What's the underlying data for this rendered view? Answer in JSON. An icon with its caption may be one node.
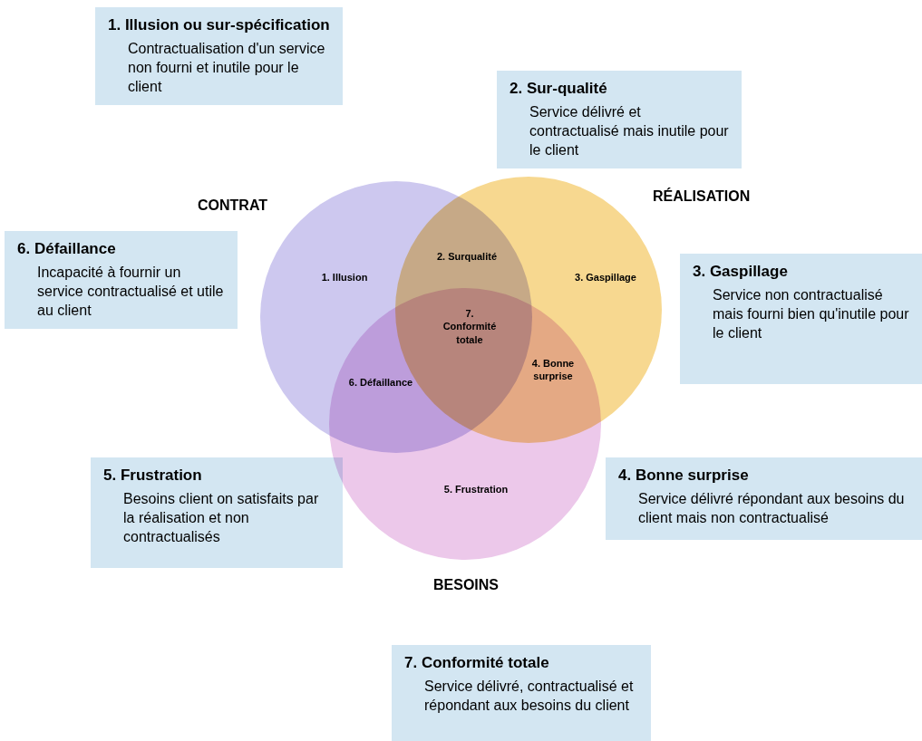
{
  "diagram": {
    "nodes": [
      {
        "text": [
          "1. Illusion ou sur-spécification",
          "Contractualisation d'un service non fourni et inutile pour le client"
        ]
      },
      {
        "text": [
          "2. Sur-qualité",
          "Service délivré et contractualisé mais inutile pour le client"
        ]
      },
      {
        "text": [
          "CONTRAT"
        ]
      },
      {
        "text": [
          "RÉALISATION"
        ]
      },
      {
        "text": [
          "6. Défaillance",
          "Incapacité à fournir un service contractualisé et utile au client"
        ]
      },
      {
        "text": [
          "3. Gaspillage",
          "Service non contractualisé mais fourni bien qu'inutile pour le client"
        ]
      },
      {
        "text": [
          "5. Frustration",
          "Besoins client on satisfaits par la réalisation et non contractualisés"
        ]
      },
      {
        "text": [
          "4. Bonne surprise",
          "Service délivré répondant aux besoins du client mais non contractualisé"
        ]
      },
      {
        "text": [
          "BESOINS"
        ]
      },
      {
        "text": [
          "7. Conformité totale",
          "Service délivré, contractualisé et répondant aux besoins du client"
        ]
      }
    ],
    "edges": [],
    "labels": [
      "1. Illusion",
      "2. Surqualité",
      "3. Gaspillage",
      "7. Conformité totale",
      "4. Bonne surprise",
      "6. Défaillance",
      "5. Frustration"
    ]
  }
}
